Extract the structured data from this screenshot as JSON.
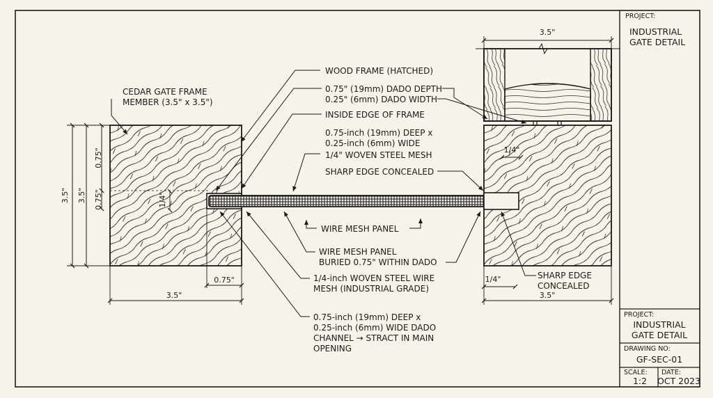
{
  "title_block": {
    "top_project_label": "PROJECT:",
    "top_project_name_1": "INDUSTRIAL",
    "top_project_name_2": "GATE DETAIL",
    "project_label": "PROJECT:",
    "project_name_1": "INDUSTRIAL",
    "project_name_2": "GATE DETAIL",
    "drawing_no_label": "DRAWING NO:",
    "drawing_no": "GF-SEC-01",
    "scale_label": "SCALE:",
    "scale": "1:2",
    "date_label": "DATE:",
    "date": "OCT 2023"
  },
  "callouts": {
    "cedar_1": "CEDAR GATE FRAME",
    "cedar_2": "MEMBER (3.5\" x 3.5\")",
    "wood_frame": "WOOD FRAME (HATCHED)",
    "dado_depth": "0.75\" (19mm) DADO DEPTH",
    "dado_width": "0.25\" (6mm) DADO WIDTH",
    "inside_edge": "INSIDE EDGE OF FRAME",
    "deep_1": "0.75-inch (19mm) DEEP x",
    "deep_2": "0.25-inch (6mm) WIDE",
    "woven_mesh": "1/4\" WOVEN STEEL MESH",
    "sharp_edge": "SHARP EDGE CONCEALED",
    "mesh_panel": "WIRE MESH PANEL",
    "buried_1": "WIRE MESH PANEL",
    "buried_2": "BURIED 0.75\" WITHIN DADO",
    "industrial_1": "1/4-inch WOVEN STEEL WIRE",
    "industrial_2": "MESH (INDUSTRIAL GRADE)",
    "channel_1": "0.75-inch (19mm) DEEP x",
    "channel_2": "0.25-inch (6mm) WIDE DADO",
    "channel_3": "CHANNEL → STRACT IN MAIN",
    "channel_4": "OPENING",
    "right_sharp_1": "SHARP EDGE",
    "right_sharp_2": "CONCEALED"
  },
  "dimensions": {
    "left_outer_height": "3.5\"",
    "left_inner_height": "3.5\"",
    "left_upper": "0.75\"",
    "left_lower": "0.75\"",
    "left_dado": "1/4\"",
    "left_bottom_width": "3.5\"",
    "left_dado_depth": "0.75\"",
    "right_top_width": "3.5\"",
    "right_dado": "1/4\"",
    "right_bottom_small": "1/4\"",
    "right_bottom_width": "3.5\""
  }
}
